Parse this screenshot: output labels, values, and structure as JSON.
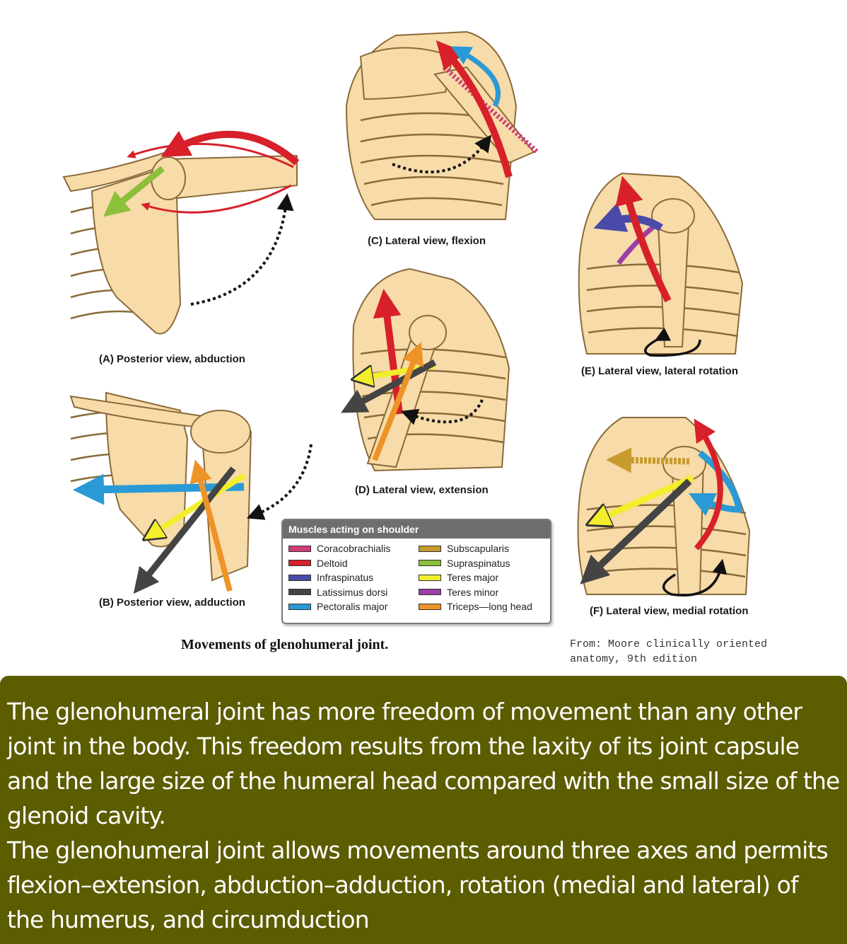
{
  "panels": [
    {
      "id": "A",
      "caption": "(A) Posterior view, abduction"
    },
    {
      "id": "B",
      "caption": "(B) Posterior view, adduction"
    },
    {
      "id": "C",
      "caption": "(C) Lateral view, flexion"
    },
    {
      "id": "D",
      "caption": "(D) Lateral view, extension"
    },
    {
      "id": "E",
      "caption": "(E) Lateral view, lateral rotation"
    },
    {
      "id": "F",
      "caption": "(F) Lateral view, medial rotation"
    }
  ],
  "legend": {
    "title": "Muscles acting on shoulder",
    "items": [
      {
        "label": "Coracobrachialis",
        "color": "#d23c78"
      },
      {
        "label": "Subscapularis",
        "color": "#c89b2d"
      },
      {
        "label": "Deltoid",
        "color": "#d7202a"
      },
      {
        "label": "Supraspinatus",
        "color": "#8cbf3a"
      },
      {
        "label": "Infraspinatus",
        "color": "#4a4aa8"
      },
      {
        "label": "Teres major",
        "color": "#f3ee2b"
      },
      {
        "label": "Latissimus dorsi",
        "color": "#444444"
      },
      {
        "label": "Teres minor",
        "color": "#9b3fa6"
      },
      {
        "label": "Pectoralis major",
        "color": "#2a9ad6"
      },
      {
        "label": "Triceps—long head",
        "color": "#ee9327"
      }
    ]
  },
  "figure_title": "Movements of glenohumeral joint.",
  "source_note": {
    "line1": "From: Moore clinically oriented",
    "line2": "anatomy, 9th edition"
  },
  "description": {
    "paragraph1": "The glenohumeral joint has more freedom of movement than any other joint in the body. This freedom results from the laxity of its joint capsule and the large size of the humeral head compared with the small size of the glenoid cavity.",
    "paragraph2": "The glenohumeral joint allows movements around three axes and permits flexion–extension, abduction–adduction, rotation (medial and lateral) of the humerus, and circumduction"
  },
  "colors": {
    "bone_fill": "#f7dba8",
    "bone_stroke": "#8a6a3a",
    "text_panel_bg": "#5c5c00"
  }
}
